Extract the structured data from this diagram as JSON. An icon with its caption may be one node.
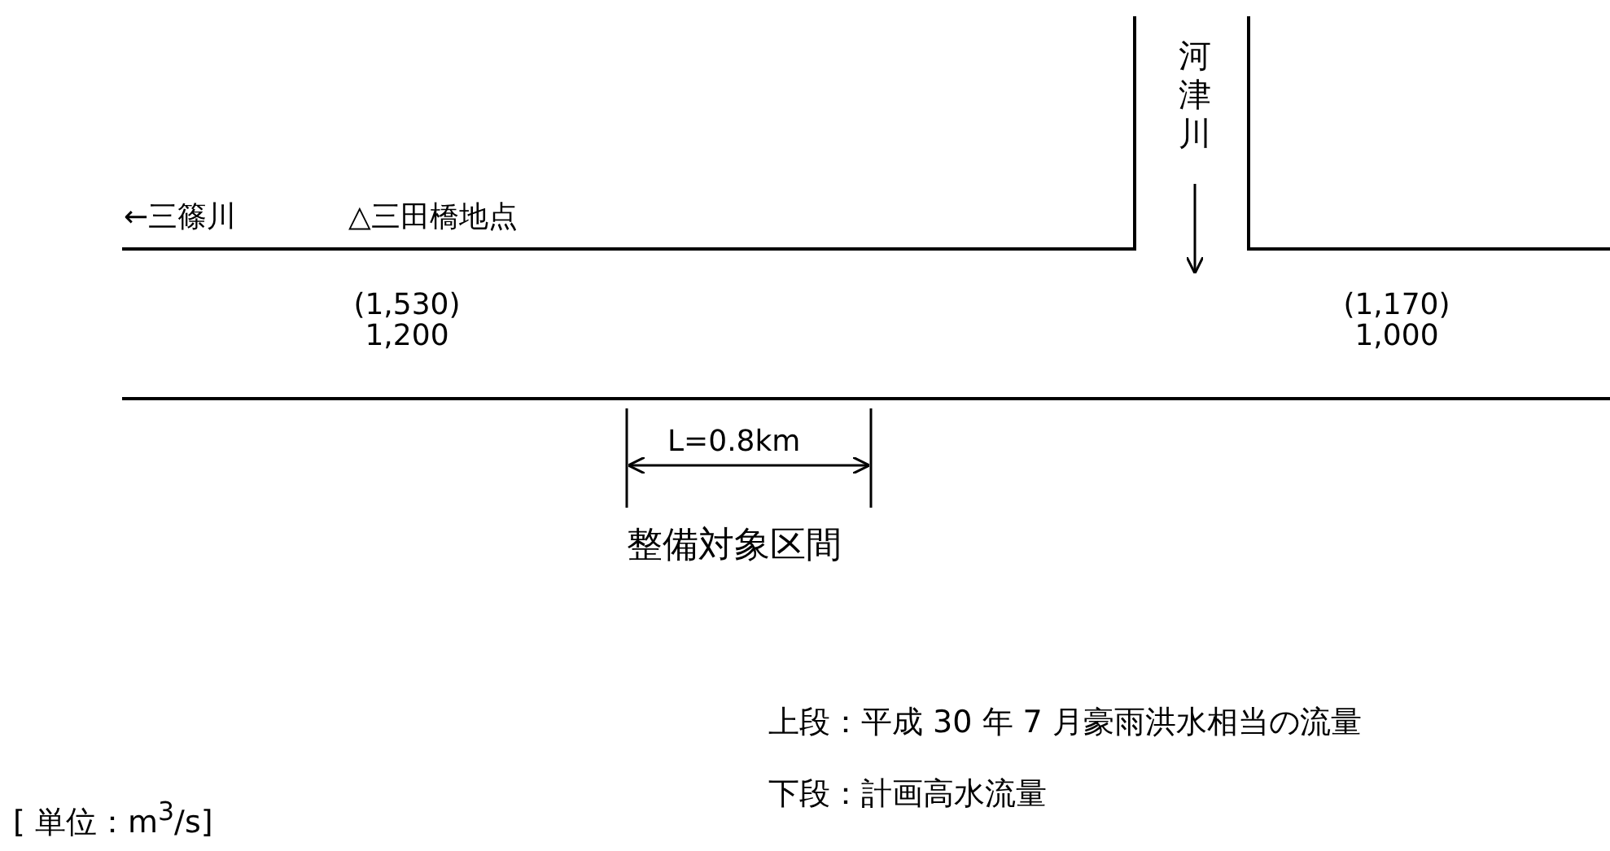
{
  "diagram": {
    "labels": [
      "河津川",
      "←三篠川",
      "△三田橋地点",
      "(1,530)",
      "1,200",
      "(1,170)",
      "1,000",
      "L=0.8km",
      "整備対象区間",
      "上段：平成 30 年 7 月豪雨洪水相当の流量",
      "下段：計画高水流量",
      "[ 単位：m$^{3}$/s]"
    ]
  }
}
